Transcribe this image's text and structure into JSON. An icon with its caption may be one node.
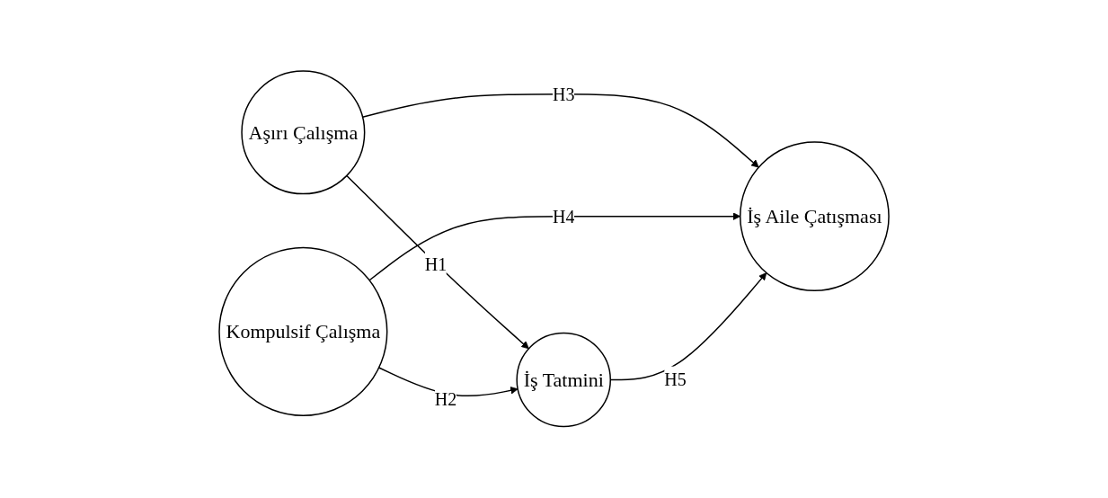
{
  "diagram": {
    "nodes": [
      {
        "text": [
          "Aşırı Çalışma"
        ]
      },
      {
        "text": [
          "İş Tatmini"
        ]
      },
      {
        "text": [
          "İş Aile Çatışması"
        ]
      },
      {
        "text": [
          "Kompulsif Çalışma"
        ]
      }
    ],
    "edges": [
      {
        "from": 0,
        "to": 1,
        "arrow": "to",
        "label": "H1"
      },
      {
        "from": 3,
        "to": 1,
        "arrow": "to",
        "label": "H2"
      },
      {
        "from": 0,
        "to": 2,
        "arrow": "to",
        "label": "H3"
      },
      {
        "from": 3,
        "to": 2,
        "arrow": "to",
        "label": "H4"
      },
      {
        "from": 1,
        "to": 2,
        "arrow": "to",
        "label": "H5"
      }
    ]
  }
}
